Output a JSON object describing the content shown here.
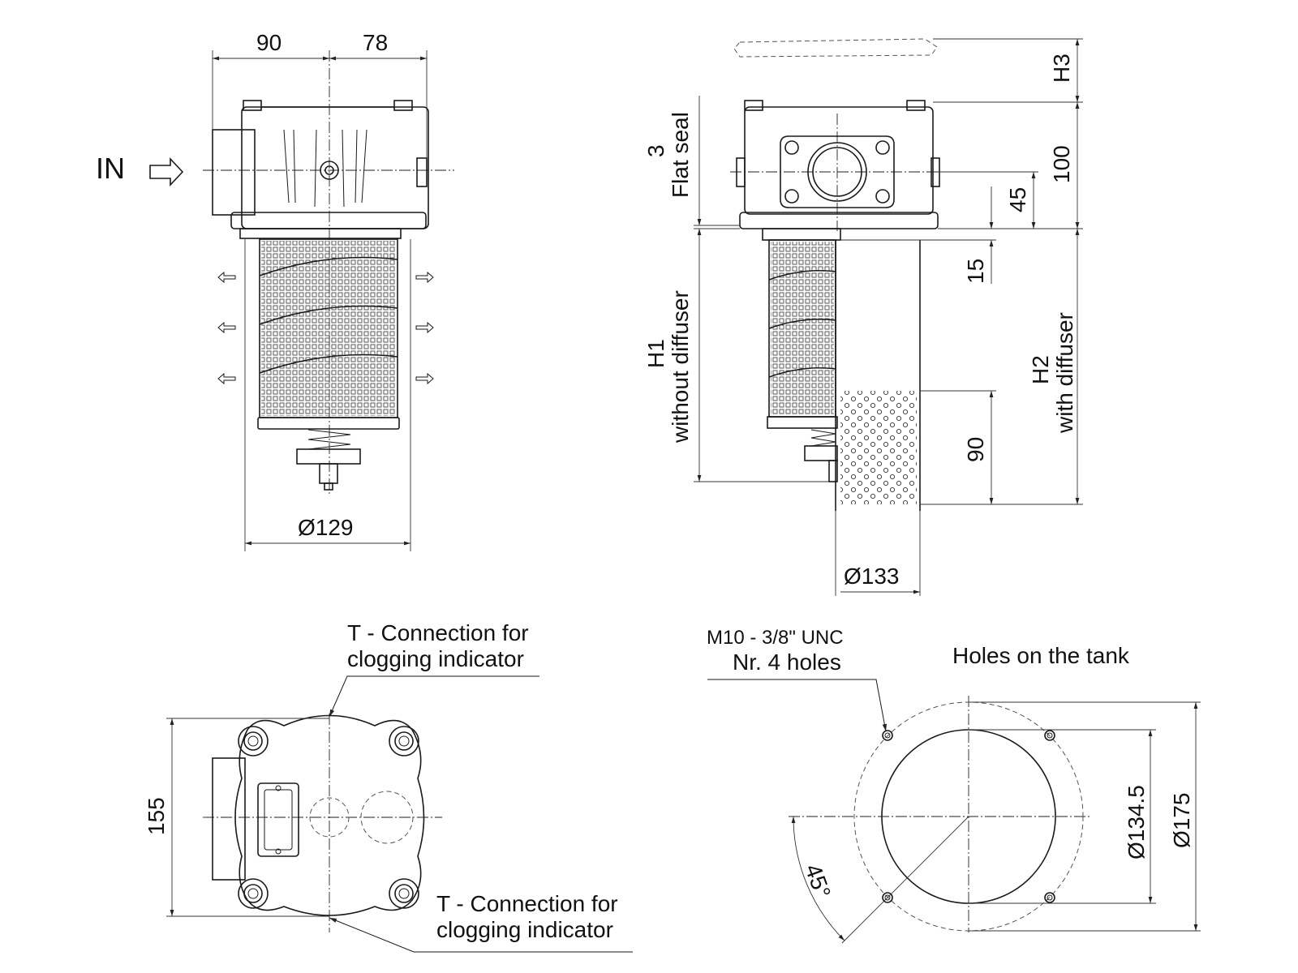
{
  "top_left_view": {
    "in_label": "IN",
    "dim_left": "90",
    "dim_right": "78",
    "dim_diameter": "Ø129"
  },
  "top_right_view": {
    "dim_h3": "H3",
    "dim_100": "100",
    "dim_45": "45",
    "dim_15": "15",
    "dim_90": "90",
    "dim_diameter": "Ø133",
    "seal_number": "3",
    "seal_label": "Flat seal",
    "h1_label": "H1",
    "h1_note": "without diffuser",
    "h2_label": "H2",
    "h2_note": "with diffuser"
  },
  "bottom_left_view": {
    "dim_155": "155",
    "callout_top_line1": "T - Connection for",
    "callout_top_line2": "clogging indicator",
    "callout_bottom_line1": "T - Connection for",
    "callout_bottom_line2": "clogging indicator"
  },
  "bottom_right_view": {
    "thread_label": "M10 - 3/8\" UNC",
    "holes_label": "Nr. 4 holes",
    "title": "Holes on the tank",
    "dim_inner": "Ø134.5",
    "dim_outer": "Ø175",
    "angle": "45°"
  }
}
